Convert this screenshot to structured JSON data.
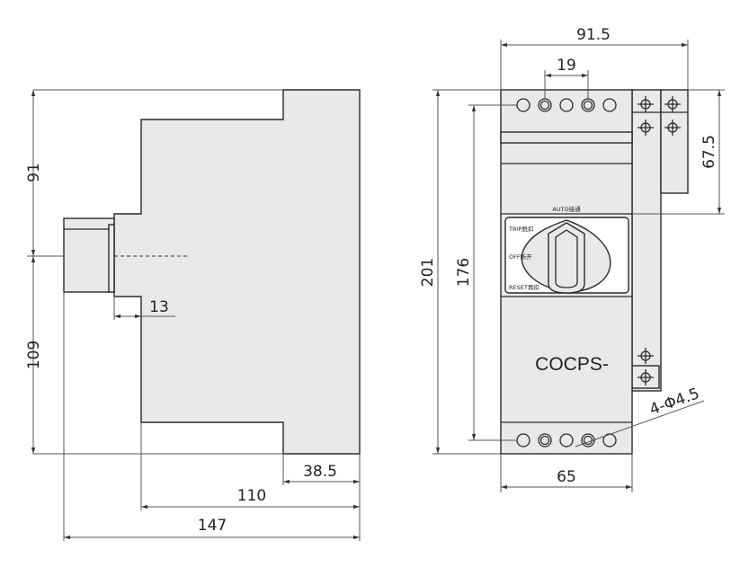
{
  "side_view": {
    "dimensions": {
      "upper_height": "91",
      "lower_height": "109",
      "knob_depth": "13",
      "rear_step": "38.5",
      "body_depth": "110",
      "total_depth": "147"
    }
  },
  "front_view": {
    "dimensions": {
      "total_width": "91.5",
      "terminal_pitch": "19",
      "rail_height": "67.5",
      "total_height": "201",
      "mount_height": "176",
      "body_width": "65",
      "mount_holes": "4-Φ4.5"
    },
    "dial_labels": {
      "auto": "AUTO接通",
      "trip": "TRIP脱扣",
      "off": "OFF断开",
      "reset": "RESET再扣"
    },
    "model": "COCPS-"
  }
}
